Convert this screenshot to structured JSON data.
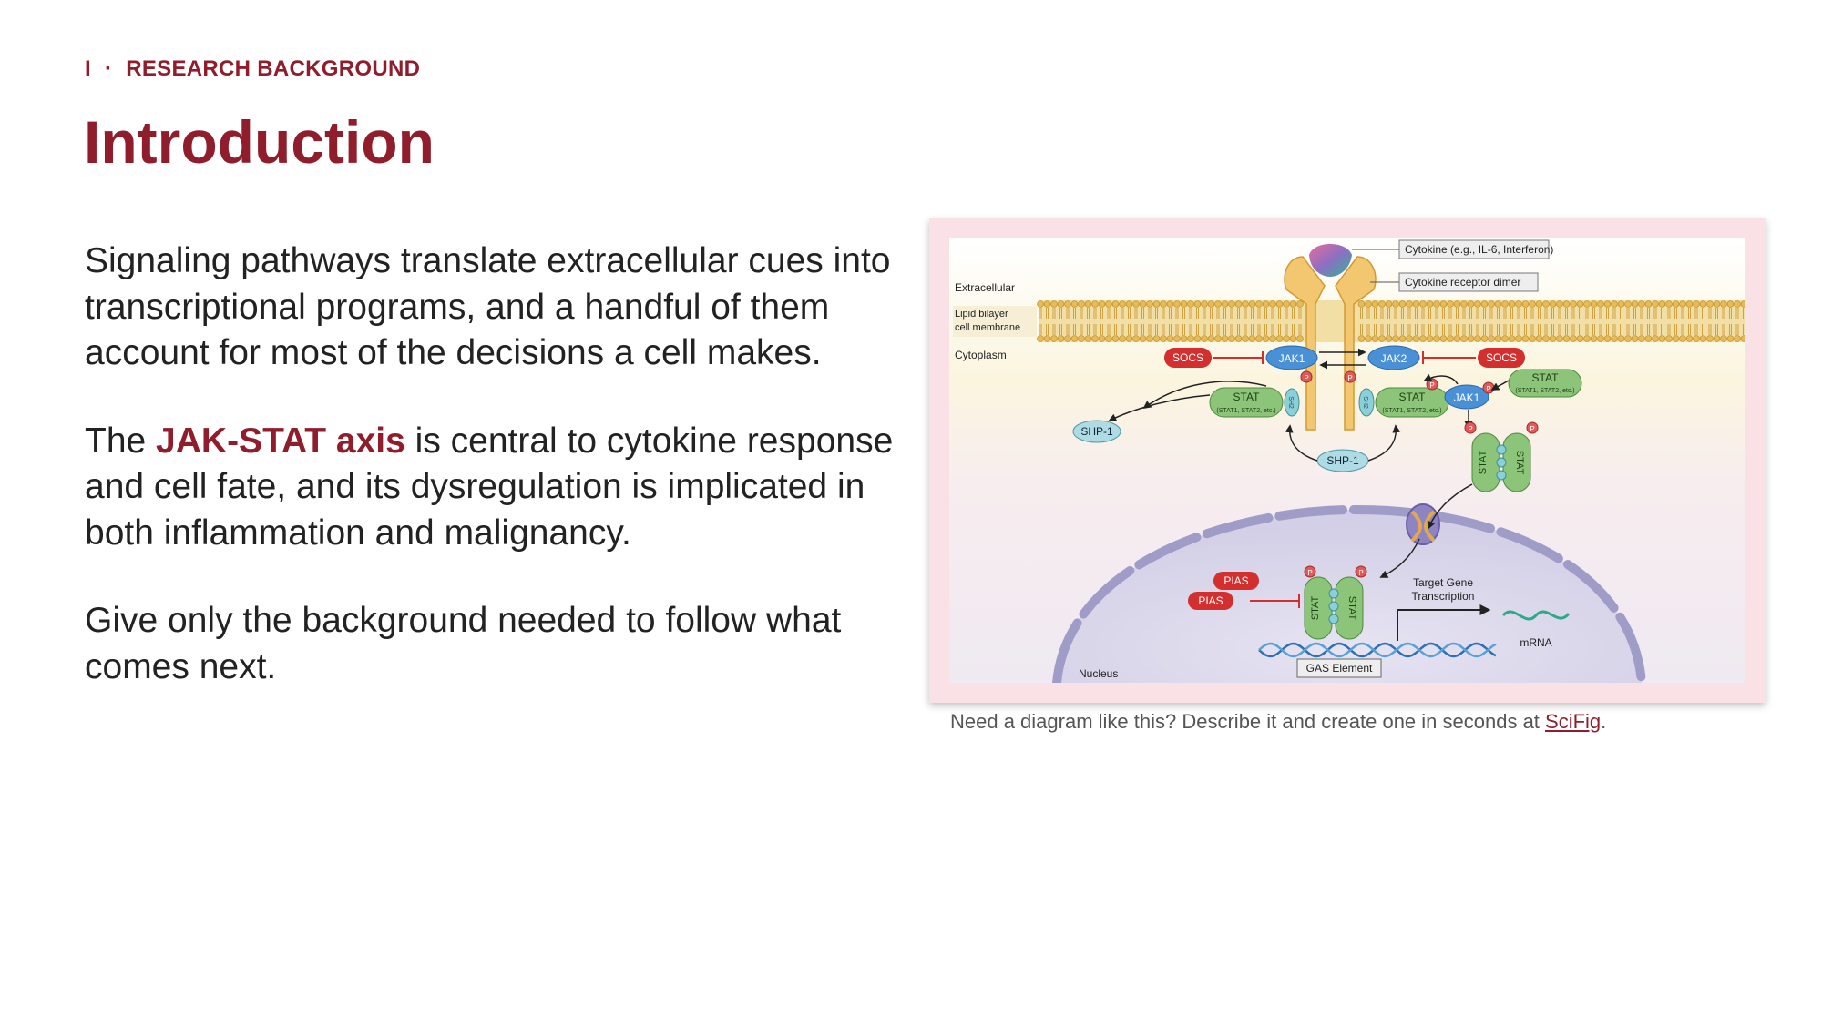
{
  "header": {
    "section_num": "I",
    "separator": "·",
    "section_label": "RESEARCH BACKGROUND",
    "title": "Introduction"
  },
  "body": {
    "p1": "Signaling pathways translate extracellular cues into transcriptional programs, and a handful of them account for most of the decisions a cell makes.",
    "p2_pre": "The ",
    "p2_highlight": "JAK-STAT axis",
    "p2_post": " is central to cytokine response and cell fate, and its dysregulation is implicated in both inflammation and malignancy.",
    "p3": "Give only the background needed to follow what comes next."
  },
  "figure": {
    "callout_cytokine": "Cytokine (e.g., IL-6, Interferon)",
    "callout_receptor": "Cytokine receptor dimer",
    "label_extracellular": "Extracellular",
    "label_lipid_1": "Lipid bilayer",
    "label_lipid_2": "cell membrane",
    "label_cytoplasm": "Cytoplasm",
    "label_nucleus": "Nucleus",
    "socs": "SOCS",
    "jak1": "JAK1",
    "jak2": "JAK2",
    "p": "P",
    "stat": "STAT",
    "stat_sub": "(STAT1, STAT2, etc.)",
    "sh2": "SH2",
    "shp1": "SHP-1",
    "pias": "PIAS",
    "target_1": "Target Gene",
    "target_2": "Transcription",
    "mrna": "mRNA",
    "gas": "GAS Element",
    "colors": {
      "accent": "#8f1d2c",
      "stat_green": "#8cc47a",
      "jak_blue": "#4a90d6",
      "socs_red": "#d32f2f",
      "nucleus": "#dcd8ec",
      "frame_pink": "#f9e1e6"
    }
  },
  "caption": {
    "text": "Need a diagram like this? Describe it and create one in seconds at ",
    "link": "SciFig",
    "end": "."
  }
}
